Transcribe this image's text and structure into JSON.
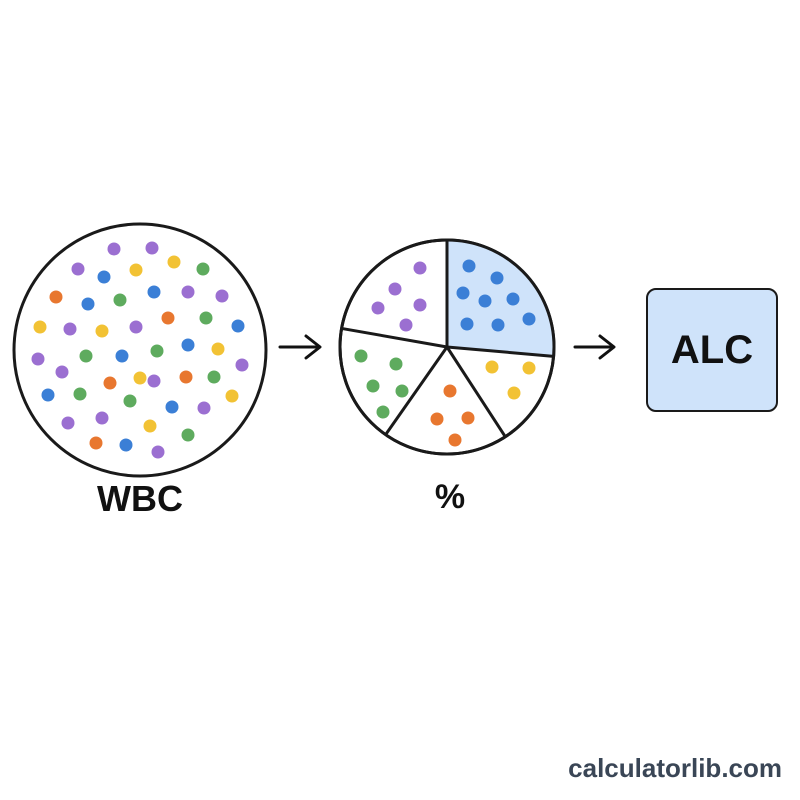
{
  "labels": {
    "wbc": "WBC",
    "percent": "%",
    "alc": "ALC"
  },
  "watermark": "calculatorlib.com",
  "colors": {
    "purple": "#9b6fd1",
    "blue": "#3b7fd6",
    "green": "#5eab5e",
    "orange": "#e8772f",
    "yellow": "#f2c234",
    "lymphocyte_highlight": "#cfe3fa",
    "outline": "#1a1a1a"
  },
  "icons": [
    "arrow-right-icon",
    "arrow-right-icon"
  ]
}
